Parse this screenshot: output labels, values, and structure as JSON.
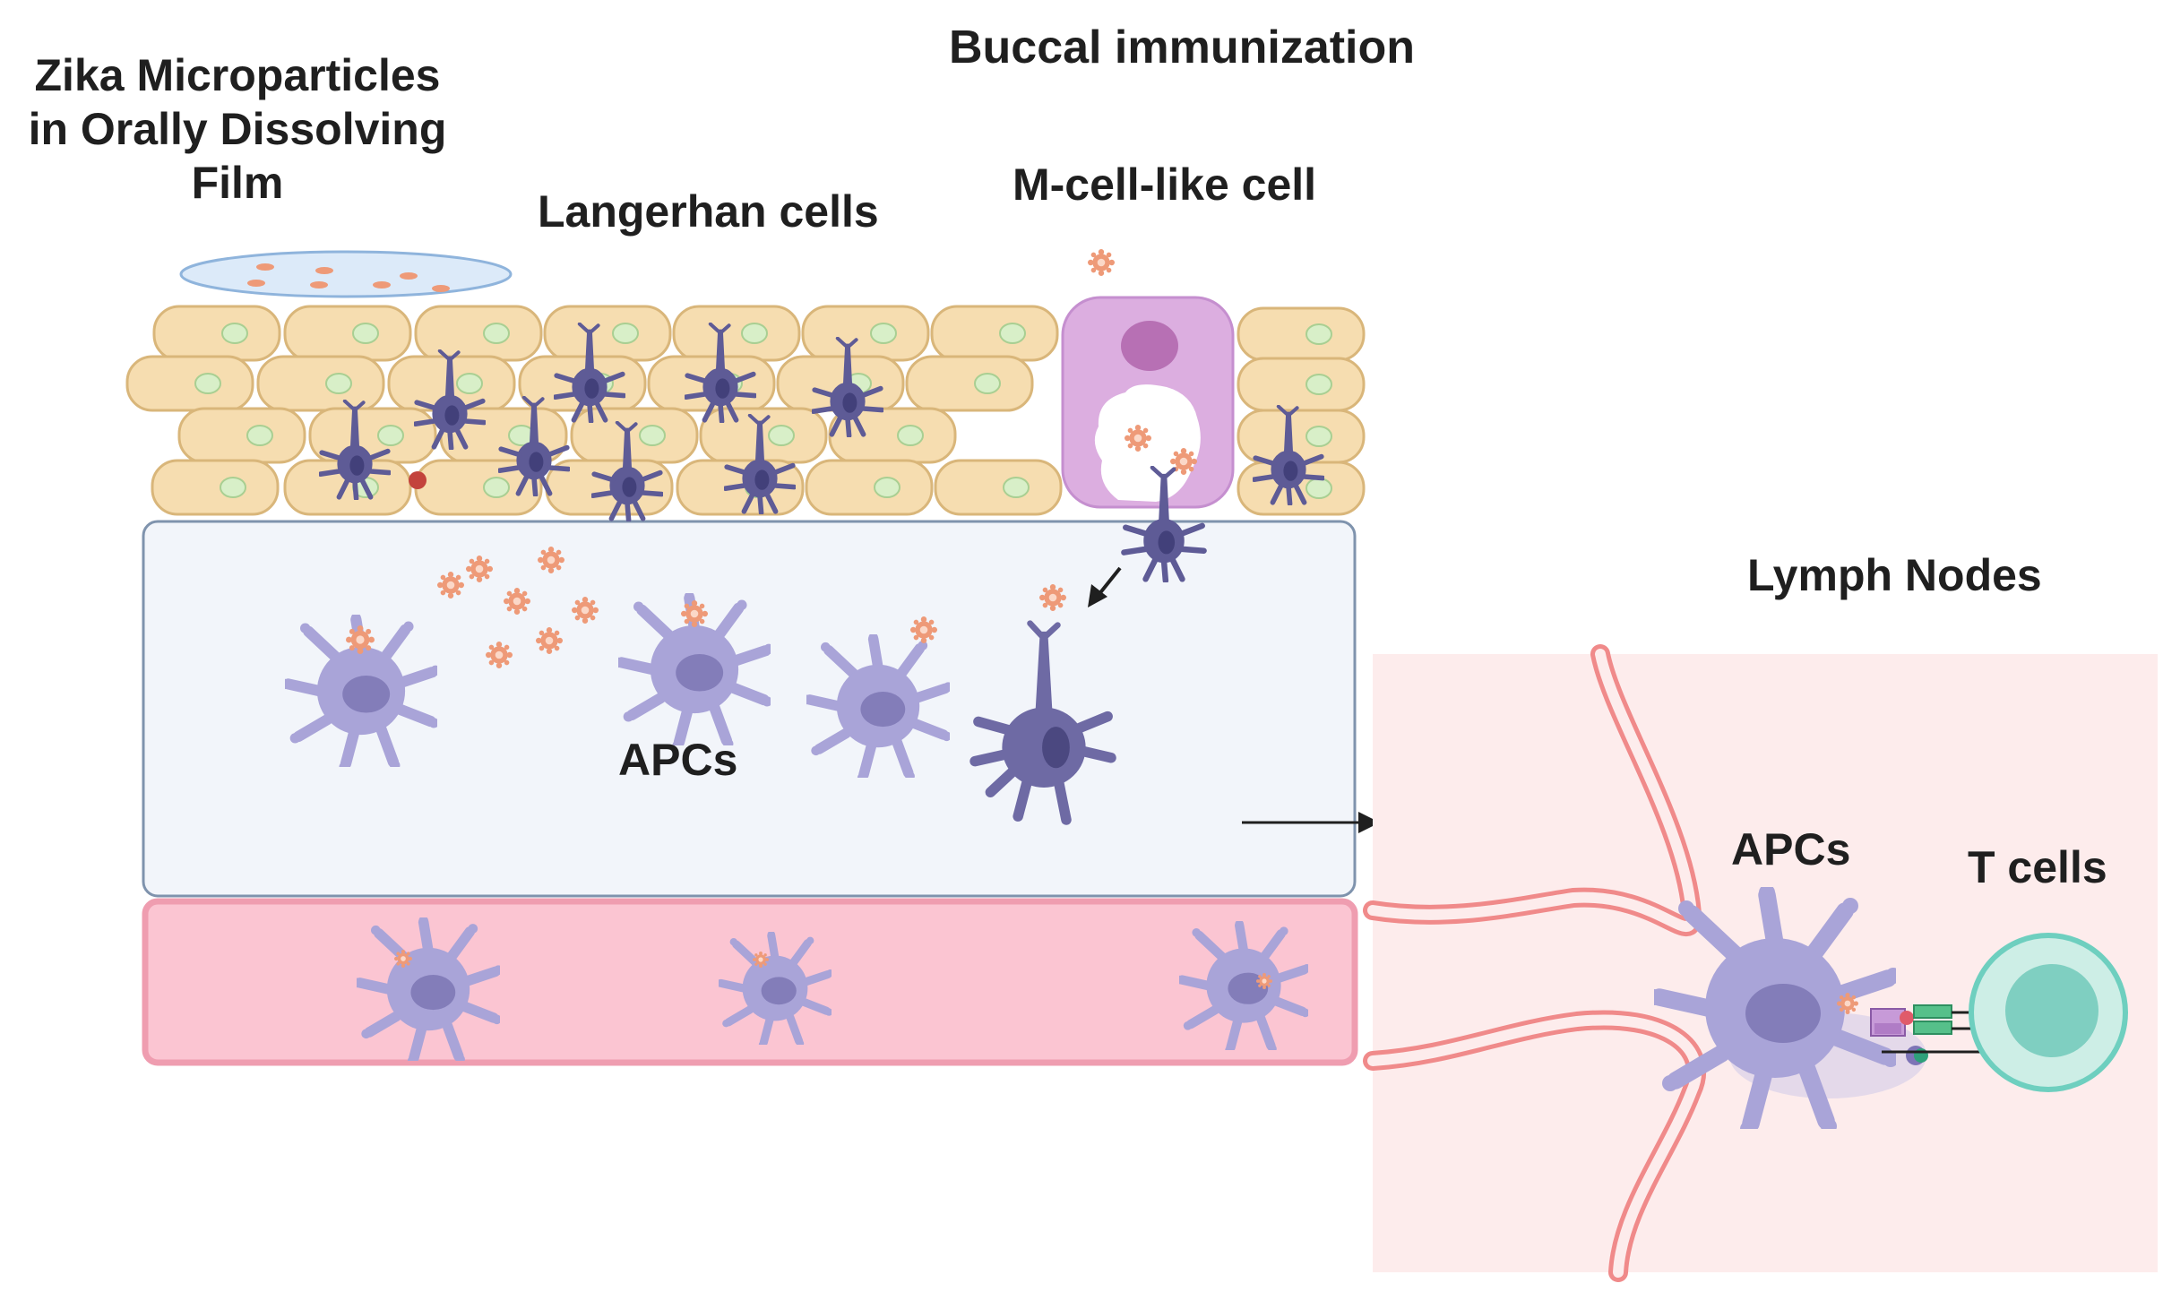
{
  "labels": {
    "title": "Buccal immunization",
    "film_line1": "Zika Microparticles",
    "film_line2": "in Orally Dissolving",
    "film_line3": "Film",
    "langerhan": "Langerhan cells",
    "mcell": "M-cell-like cell",
    "apcs_tissue": "APCs",
    "lymph_nodes": "Lymph Nodes",
    "apcs_node": "APCs",
    "t_cells": "T cells"
  },
  "colors": {
    "epithelial_fill": "#f6ddb0",
    "epithelial_stroke": "#d9b67a",
    "nucleus_fill": "#d8efc8",
    "langerhans_cell": "#5e5b96",
    "mcell_fill": "#dcaee0",
    "mcell_nucleus": "#b770b4",
    "lamina_fill": "#f2f5fa",
    "lamina_stroke": "#7f93ad",
    "vessel_fill": "#fbc5d2",
    "vessel_stroke": "#ef9db0",
    "apc_fill": "#a9a4d8",
    "apc_nucleus": "#837db9",
    "particle": "#ee9a78",
    "lymph_bg": "#fdecec",
    "lymph_vessel": "#f08a8a",
    "t_cell_fill": "#cdeee6",
    "t_cell_stroke": "#6ecfbf"
  }
}
